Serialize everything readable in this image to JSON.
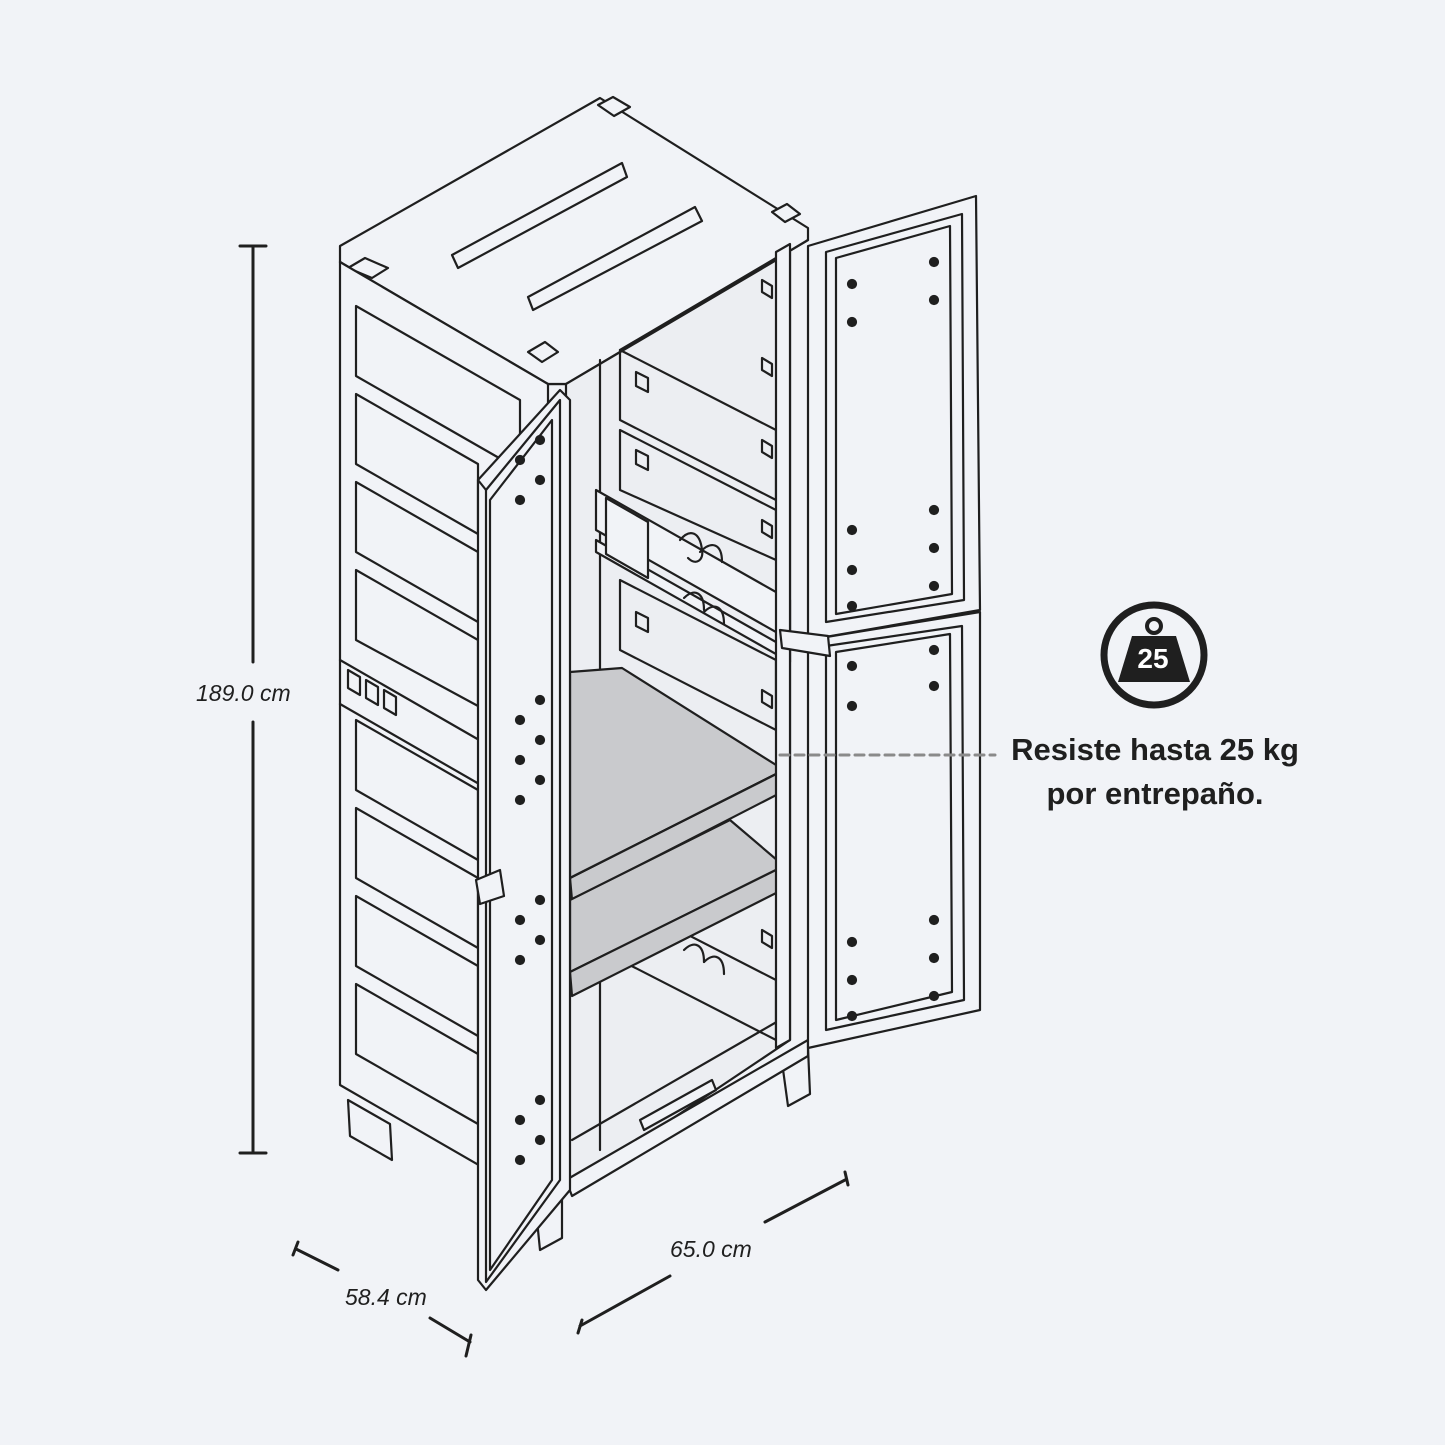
{
  "dimensions": {
    "height": "189.0 cm",
    "depth": "58.4 cm",
    "width": "65.0 cm"
  },
  "callout": {
    "line1": "Resiste hasta 25 kg",
    "line2": "por entrepaño."
  },
  "badge": {
    "value": "25",
    "icon": "weight-icon"
  },
  "colors": {
    "background": "#f1f3f7",
    "line": "#1f1f1f",
    "shelf": "#c9cacd"
  }
}
